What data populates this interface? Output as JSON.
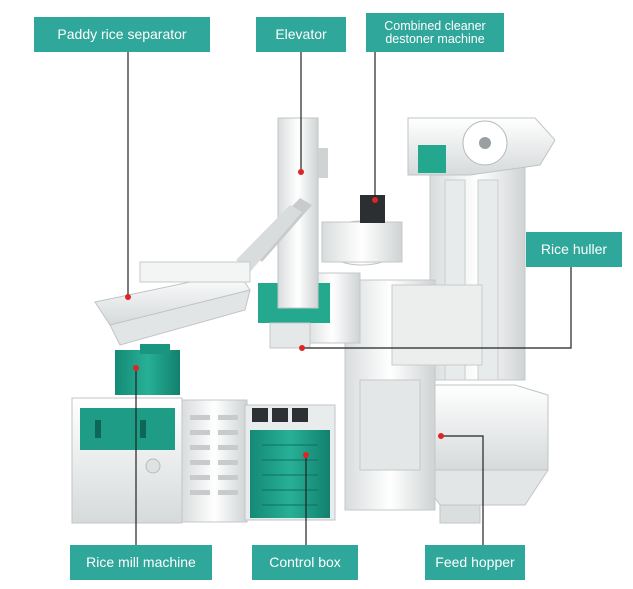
{
  "labels": {
    "paddy_separator": "Paddy rice separator",
    "elevator": "Elevator",
    "cleaner_line1": "Combined cleaner",
    "cleaner_line2": "destoner machine",
    "rice_huller": "Rice huller",
    "rice_mill": "Rice mill machine",
    "control_box": "Control box",
    "feed_hopper": "Feed hopper"
  },
  "colors": {
    "label_bg": "#2fa79a",
    "machine_green": "#1f9a84",
    "machine_white": "#f1f2f2",
    "leader_line": "#222222",
    "marker_dot": "#e02424"
  }
}
